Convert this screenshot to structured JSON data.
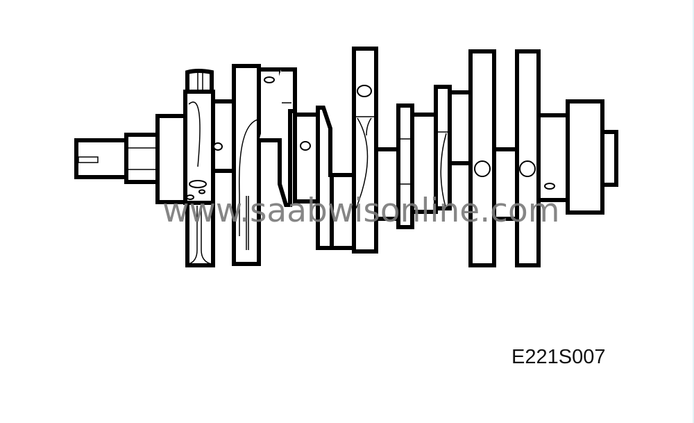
{
  "diagram": {
    "subject": "crankshaft",
    "view": "side elevation line drawing",
    "components": [
      {
        "name": "front-snout",
        "label": ""
      },
      {
        "name": "timing-gear-journal",
        "label": ""
      },
      {
        "name": "main-journal",
        "label": ""
      },
      {
        "name": "counterweight",
        "label": ""
      },
      {
        "name": "crankpin",
        "label": ""
      },
      {
        "name": "oil-hole",
        "label": ""
      },
      {
        "name": "rear-flange",
        "label": ""
      }
    ],
    "colors": {
      "line": "#000000",
      "background": "#ffffff",
      "watermark": "#7a7a7a"
    }
  },
  "watermark": {
    "text": "www.saabwisonline.com"
  },
  "figure": {
    "code": "E221S007"
  }
}
